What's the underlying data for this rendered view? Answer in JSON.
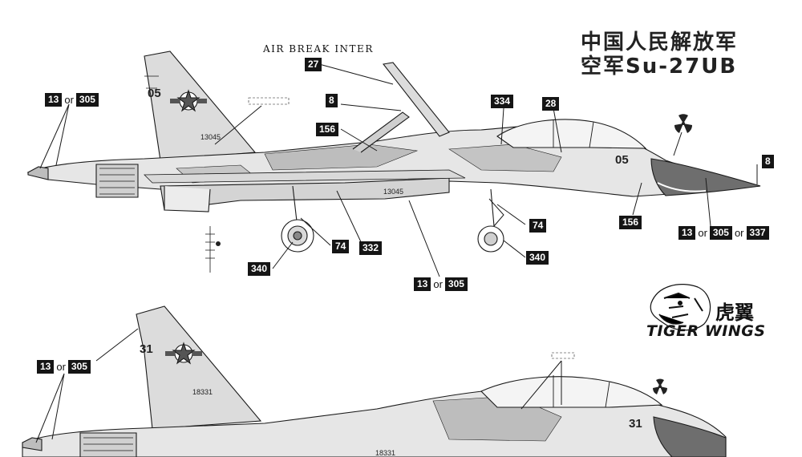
{
  "header": {
    "title_line1": "中国人民解放军",
    "title_line2": "空军Su-27UB"
  },
  "caption_air_break": "AIR BREAK INTER",
  "brand": {
    "name_cn": "虎翼",
    "name_en": "TIGER WINGS"
  },
  "aircraft_top": {
    "tail_number": "05",
    "nose_number": "05",
    "serial": "13045",
    "fuselage_serial": "13045",
    "callouts": [
      {
        "id": "tail-lights",
        "codes": [
          "13",
          "305"
        ],
        "sep": "or"
      },
      {
        "id": "airbrake",
        "codes": [
          "27"
        ]
      },
      {
        "id": "antenna",
        "codes": [
          "8"
        ]
      },
      {
        "id": "pitot-left",
        "codes": [
          "156"
        ]
      },
      {
        "id": "canopy-frame",
        "codes": [
          "334"
        ]
      },
      {
        "id": "seat",
        "codes": [
          "28"
        ]
      },
      {
        "id": "nose-probe",
        "codes": [
          "8"
        ]
      },
      {
        "id": "nose-gear-door",
        "codes": [
          "156"
        ]
      },
      {
        "id": "radome",
        "codes": [
          "13",
          "305",
          "337"
        ],
        "sep": "or"
      },
      {
        "id": "nose-gear",
        "codes": [
          "74"
        ]
      },
      {
        "id": "nose-wheel",
        "codes": [
          "340"
        ]
      },
      {
        "id": "main-gear",
        "codes": [
          "74"
        ]
      },
      {
        "id": "main-gear-door",
        "codes": [
          "332"
        ]
      },
      {
        "id": "main-wheel",
        "codes": [
          "340"
        ]
      },
      {
        "id": "belly-lights",
        "codes": [
          "13",
          "305"
        ],
        "sep": "or"
      }
    ]
  },
  "aircraft_bottom": {
    "tail_number": "31",
    "nose_number": "31",
    "serial": "18331",
    "fuselage_serial": "18331",
    "callouts": [
      {
        "id": "tail-lights-2",
        "codes": [
          "13",
          "305"
        ],
        "sep": "or"
      }
    ]
  },
  "colors": {
    "tag_bg": "#151515",
    "tag_text": "#ffffff",
    "camo_light": "#e2e2e2",
    "camo_mid": "#b7b7b7",
    "radome": "#6e6e6e",
    "line": "#1a1a1a"
  },
  "icons": [
    "radiation-trefoil-icon",
    "tiger-head-logo",
    "red-star-roundel"
  ]
}
